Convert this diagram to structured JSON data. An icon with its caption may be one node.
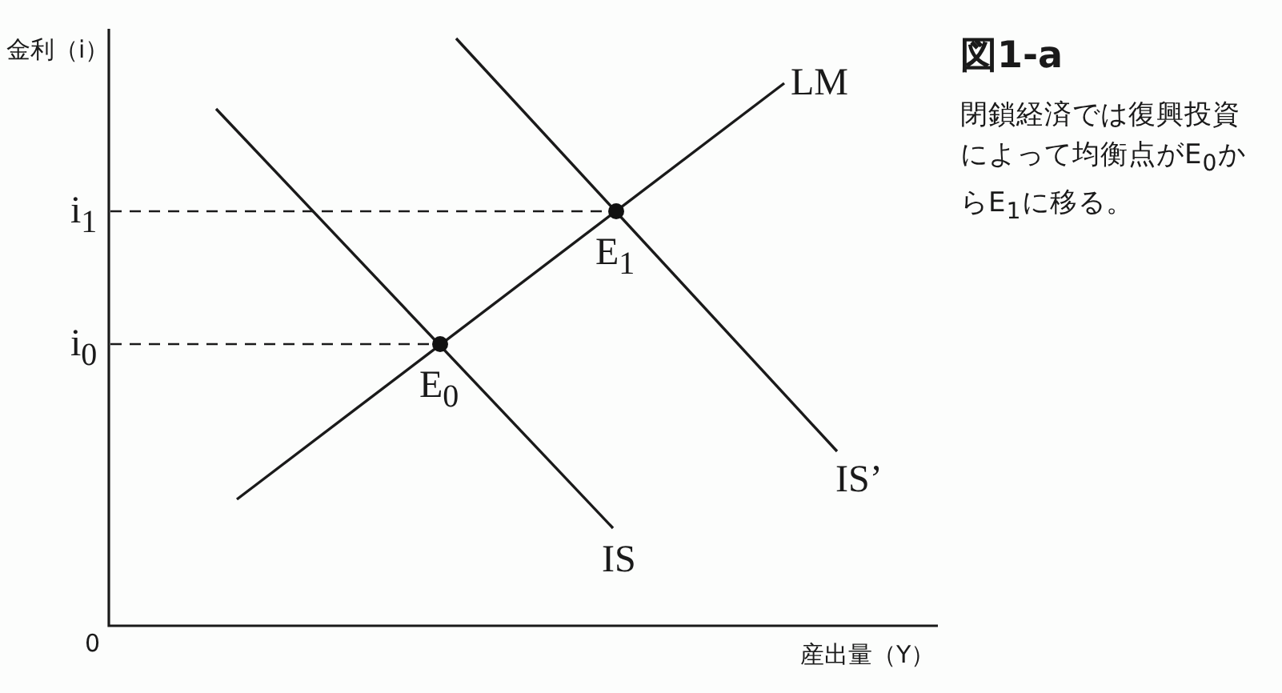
{
  "diagram": {
    "title": "図1-a",
    "caption": "閉鎖経済では復興投資によって均衡点がE$_{0}$からE$_{1}$に移る。",
    "labels": [
      "金利（i）",
      "LM",
      "i$_{1}$",
      "E$_{1}$",
      "i$_{0}$",
      "E$_{0}$",
      "IS’",
      "IS",
      "0",
      "産出量（Y）"
    ]
  }
}
